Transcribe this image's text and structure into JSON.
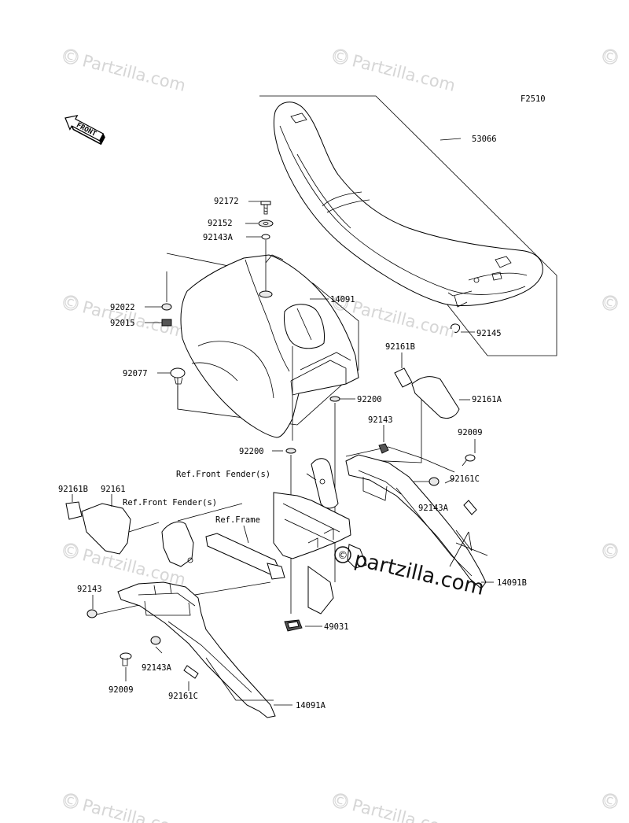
{
  "figure_code": "F2510",
  "direction_label": "FRONT",
  "watermark": {
    "text": "Partzilla.com",
    "main_text": "partzilla.com"
  },
  "labels": {
    "p53066": "53066",
    "p92172": "92172",
    "p92152": "92152",
    "p92143A_top": "92143A",
    "p14091": "14091",
    "p92022": "92022",
    "p92015": "92015",
    "p92145": "92145",
    "p92161B_right": "92161B",
    "p92077": "92077",
    "p92200_a": "92200",
    "p92161A": "92161A",
    "p92143_right": "92143",
    "p92009_right": "92009",
    "p92200_b": "92200",
    "ref_front_fender_1": "Ref.Front Fender(s)",
    "p92161C_right": "92161C",
    "p92143A_right": "92143A",
    "p92161B_left": "92161B",
    "p92161_left": "92161",
    "ref_front_fender_2": "Ref.Front Fender(s)",
    "ref_frame": "Ref.Frame",
    "p14091B": "14091B",
    "p92143_left": "92143",
    "p49031": "49031",
    "p92143A_left": "92143A",
    "p92009_left": "92009",
    "p92161C_left": "92161C",
    "p14091A": "14091A"
  }
}
